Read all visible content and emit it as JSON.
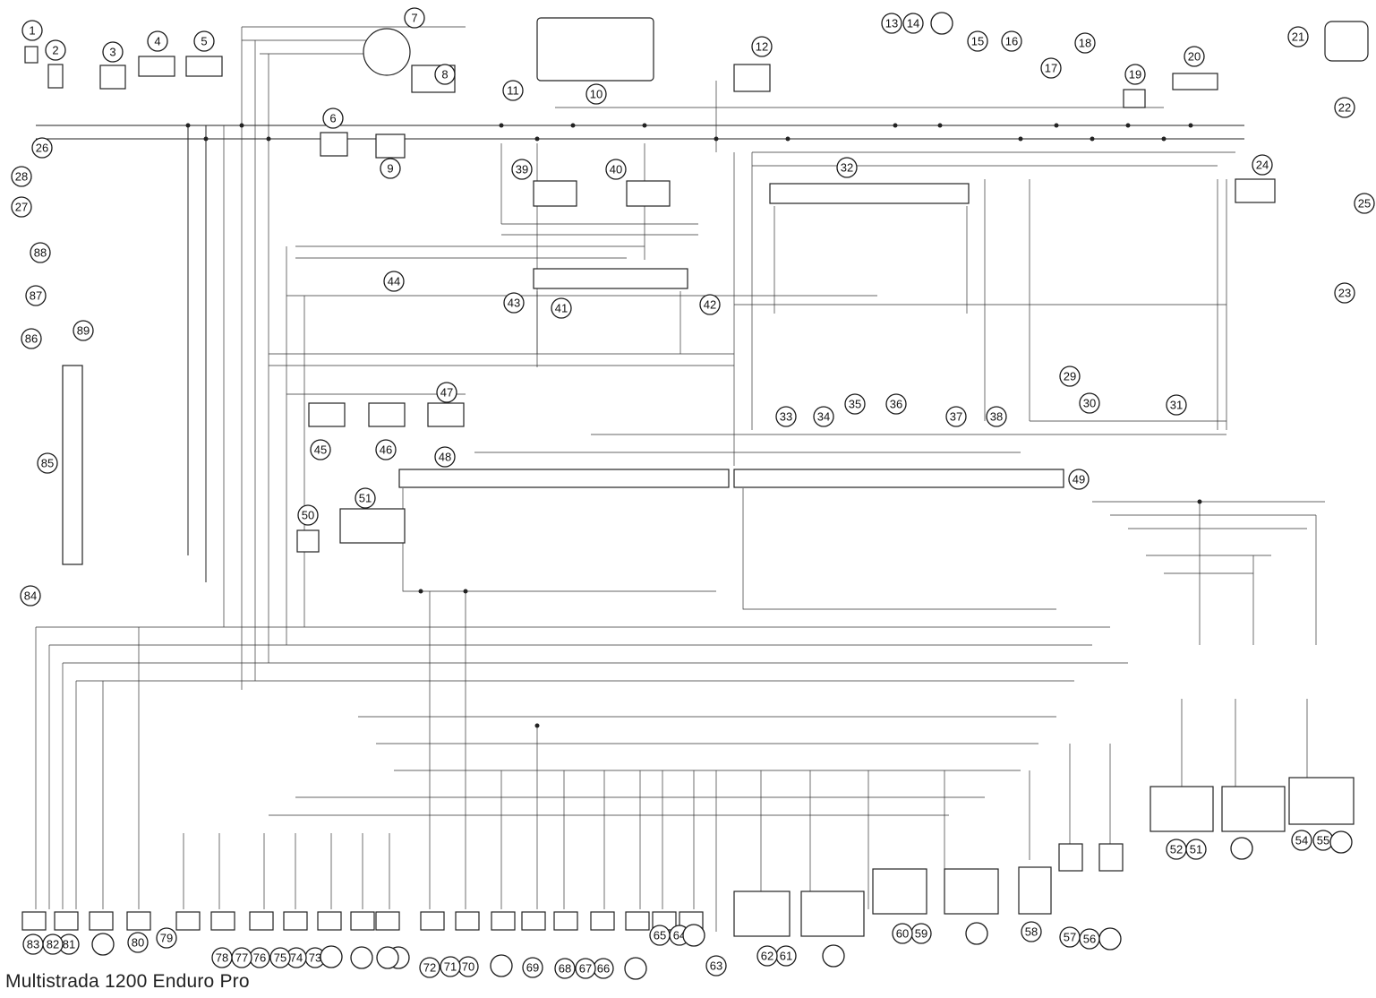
{
  "caption": "Multistrada 1200 Enduro Pro",
  "callouts": [
    {
      "id": "1",
      "label": "1"
    },
    {
      "id": "2",
      "label": "2"
    },
    {
      "id": "3",
      "label": "3"
    },
    {
      "id": "4",
      "label": "4"
    },
    {
      "id": "5",
      "label": "5"
    },
    {
      "id": "6",
      "label": "6"
    },
    {
      "id": "7",
      "label": "7"
    },
    {
      "id": "8",
      "label": "8"
    },
    {
      "id": "9",
      "label": "9"
    },
    {
      "id": "10",
      "label": "10"
    },
    {
      "id": "11",
      "label": "11"
    },
    {
      "id": "12",
      "label": "12"
    },
    {
      "id": "13",
      "label": "13"
    },
    {
      "id": "14",
      "label": "14"
    },
    {
      "id": "14-circle",
      "label": ""
    },
    {
      "id": "15",
      "label": "15"
    },
    {
      "id": "16",
      "label": "16"
    },
    {
      "id": "17",
      "label": "17"
    },
    {
      "id": "18",
      "label": "18"
    },
    {
      "id": "19",
      "label": "19"
    },
    {
      "id": "20",
      "label": "20"
    },
    {
      "id": "21",
      "label": "21"
    },
    {
      "id": "22",
      "label": "22"
    },
    {
      "id": "23",
      "label": "23"
    },
    {
      "id": "24",
      "label": "24"
    },
    {
      "id": "25",
      "label": "25"
    },
    {
      "id": "26",
      "label": "26"
    },
    {
      "id": "27",
      "label": "27"
    },
    {
      "id": "28",
      "label": "28"
    },
    {
      "id": "29",
      "label": "29"
    },
    {
      "id": "30",
      "label": "30"
    },
    {
      "id": "31",
      "label": "31"
    },
    {
      "id": "32",
      "label": "32"
    },
    {
      "id": "33",
      "label": "33"
    },
    {
      "id": "34",
      "label": "34"
    },
    {
      "id": "35",
      "label": "35"
    },
    {
      "id": "36",
      "label": "36"
    },
    {
      "id": "37",
      "label": "37"
    },
    {
      "id": "38",
      "label": "38"
    },
    {
      "id": "39",
      "label": "39"
    },
    {
      "id": "40",
      "label": "40"
    },
    {
      "id": "41",
      "label": "41"
    },
    {
      "id": "42",
      "label": "42"
    },
    {
      "id": "43",
      "label": "43"
    },
    {
      "id": "44",
      "label": "44"
    },
    {
      "id": "45",
      "label": "45"
    },
    {
      "id": "46",
      "label": "46"
    },
    {
      "id": "47",
      "label": "47"
    },
    {
      "id": "48",
      "label": "48"
    },
    {
      "id": "49",
      "label": "49"
    },
    {
      "id": "50",
      "label": "50"
    },
    {
      "id": "51",
      "label": "51"
    },
    {
      "id": "52",
      "label": "52"
    },
    {
      "id": "51b",
      "label": "51"
    },
    {
      "id": "52-circle",
      "label": ""
    },
    {
      "id": "54",
      "label": "54"
    },
    {
      "id": "55",
      "label": "55"
    },
    {
      "id": "55-circle",
      "label": ""
    },
    {
      "id": "56",
      "label": "56"
    },
    {
      "id": "57",
      "label": "57"
    },
    {
      "id": "56-circle",
      "label": ""
    },
    {
      "id": "58",
      "label": "58"
    },
    {
      "id": "59",
      "label": "59"
    },
    {
      "id": "60",
      "label": "60"
    },
    {
      "id": "59-circle",
      "label": ""
    },
    {
      "id": "61",
      "label": "61"
    },
    {
      "id": "62",
      "label": "62"
    },
    {
      "id": "61-circle",
      "label": ""
    },
    {
      "id": "63",
      "label": "63"
    },
    {
      "id": "64",
      "label": "64"
    },
    {
      "id": "65",
      "label": "65"
    },
    {
      "id": "64-circle",
      "label": ""
    },
    {
      "id": "66",
      "label": "66"
    },
    {
      "id": "67",
      "label": "67"
    },
    {
      "id": "68",
      "label": "68"
    },
    {
      "id": "66-circle",
      "label": ""
    },
    {
      "id": "69",
      "label": "69"
    },
    {
      "id": "69-circle",
      "label": ""
    },
    {
      "id": "70",
      "label": "70"
    },
    {
      "id": "70-circle",
      "label": ""
    },
    {
      "id": "71",
      "label": "71"
    },
    {
      "id": "72",
      "label": "72"
    },
    {
      "id": "73",
      "label": "73"
    },
    {
      "id": "74",
      "label": "74"
    },
    {
      "id": "73-circle-a",
      "label": ""
    },
    {
      "id": "73-circle-b",
      "label": ""
    },
    {
      "id": "73-circle-c",
      "label": ""
    },
    {
      "id": "75",
      "label": "75"
    },
    {
      "id": "76",
      "label": "76"
    },
    {
      "id": "77",
      "label": "77"
    },
    {
      "id": "78",
      "label": "78"
    },
    {
      "id": "79",
      "label": "79"
    },
    {
      "id": "80",
      "label": "80"
    },
    {
      "id": "81",
      "label": "81"
    },
    {
      "id": "82",
      "label": "82"
    },
    {
      "id": "83",
      "label": "83"
    },
    {
      "id": "81-circle",
      "label": ""
    },
    {
      "id": "84",
      "label": "84"
    },
    {
      "id": "85",
      "label": "85"
    },
    {
      "id": "86",
      "label": "86"
    },
    {
      "id": "87",
      "label": "87"
    },
    {
      "id": "88",
      "label": "88"
    },
    {
      "id": "89",
      "label": "89"
    }
  ]
}
